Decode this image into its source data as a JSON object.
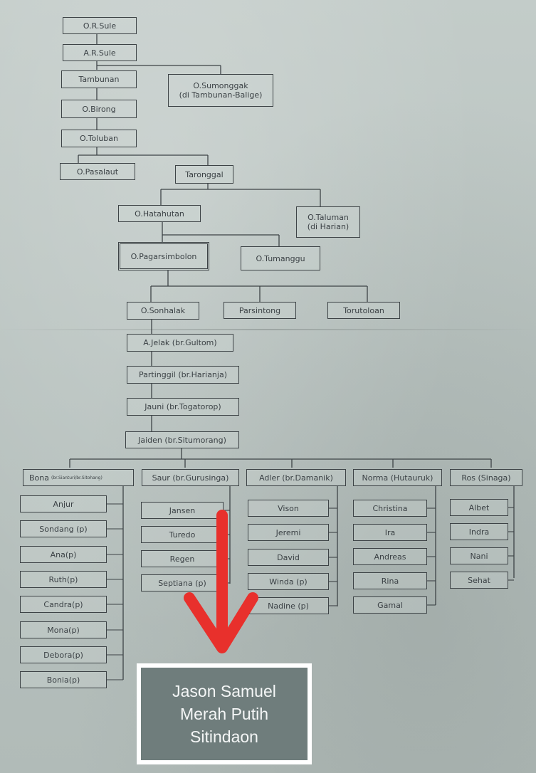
{
  "tree": {
    "root": "O.R.Sule",
    "gen2": "A.R.Sule",
    "tambunan": "Tambunan",
    "sumonggak": "O.Sumonggak",
    "sumonggak_note": "(di Tambunan-Balige)",
    "birong": "O.Birong",
    "toluban": "O.Toluban",
    "pasalaut": "O.Pasalaut",
    "taronggal": "Taronggal",
    "hatahutan": "O.Hatahutan",
    "taluman": "O.Taluman",
    "taluman_note": "(di Harian)",
    "pagarsimbolon": "O.Pagarsimbolon",
    "tumanggu": "O.Tumanggu",
    "sonhalak": "O.Sonhalak",
    "parsintong": "Parsintong",
    "torutoloan": "Torutoloan",
    "jelak": "A.Jelak (br.Gultom)",
    "partinggil": "Partinggil (br.Harianja)",
    "jauni": "Jauni (br.Togatorop)",
    "jaiden": "Jaiden (br.Situmorang)"
  },
  "families": {
    "bona": {
      "head": "Bona",
      "head_note": "(br.Sianturi/br.Sitohang)",
      "children": [
        "Anjur",
        "Sondang (p)",
        "Ana(p)",
        "Ruth(p)",
        "Candra(p)",
        "Mona(p)",
        "Debora(p)",
        "Bonia(p)"
      ]
    },
    "saur": {
      "head": "Saur (br.Gurusinga)",
      "children": [
        "Jansen",
        "Turedo",
        "Regen",
        "Septiana (p)"
      ]
    },
    "adler": {
      "head": "Adler (br.Damanik)",
      "children": [
        "Vison",
        "Jeremi",
        "David",
        "Winda (p)",
        "Nadine (p)"
      ]
    },
    "norma": {
      "head": "Norma (Hutauruk)",
      "children": [
        "Christina",
        "Ira",
        "Andreas",
        "Rina",
        "Gamal"
      ]
    },
    "ros": {
      "head": "Ros (Sinaga)",
      "children": [
        "Albet",
        "Indra",
        "Nani",
        "Sehat"
      ]
    }
  },
  "annotation": {
    "line1": "Jason Samuel",
    "line2": "Merah Putih",
    "line3": "Sitindaon",
    "arrow_color": "#e8302c"
  }
}
